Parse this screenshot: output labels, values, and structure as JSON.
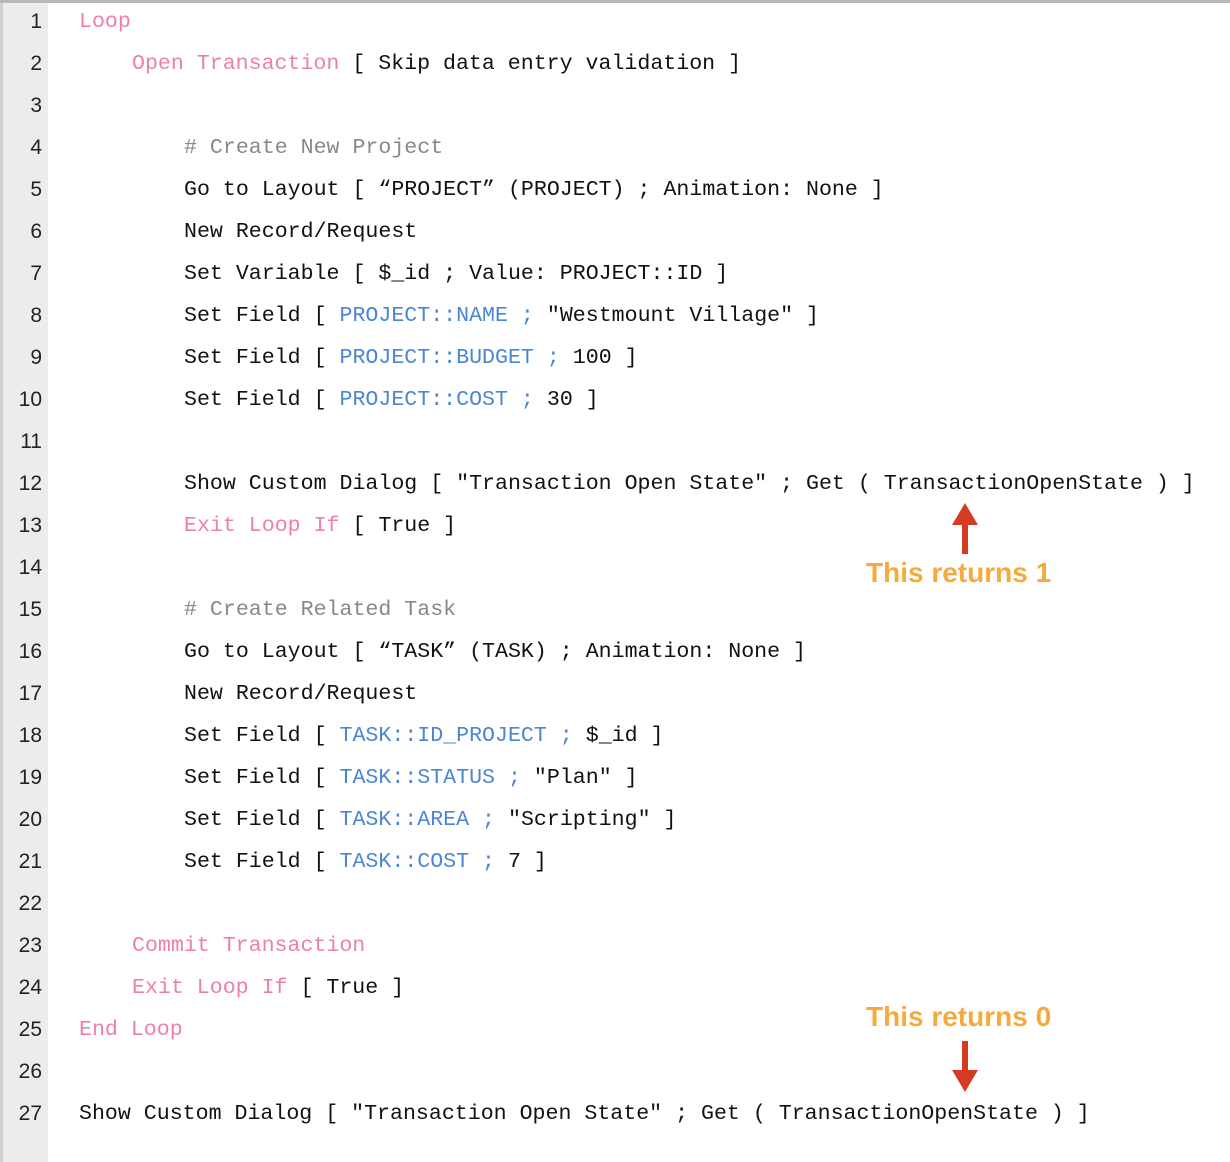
{
  "lines": [
    {
      "n": "1",
      "indent": 0,
      "segs": [
        {
          "t": "Loop",
          "c": "k"
        }
      ]
    },
    {
      "n": "2",
      "indent": 1,
      "segs": [
        {
          "t": "Open Transaction",
          "c": "k"
        },
        {
          "t": " [ Skip data entry validation ]",
          "c": "n"
        }
      ]
    },
    {
      "n": "3",
      "indent": 0,
      "segs": []
    },
    {
      "n": "4",
      "indent": 2,
      "segs": [
        {
          "t": "# Create New Project",
          "c": "c"
        }
      ]
    },
    {
      "n": "5",
      "indent": 2,
      "segs": [
        {
          "t": "Go to Layout [ “PROJECT” (PROJECT) ; Animation: None ]",
          "c": "n"
        }
      ]
    },
    {
      "n": "6",
      "indent": 2,
      "segs": [
        {
          "t": "New Record/Request",
          "c": "n"
        }
      ]
    },
    {
      "n": "7",
      "indent": 2,
      "segs": [
        {
          "t": "Set Variable [ $_id ; Value: PROJECT::ID ]",
          "c": "n"
        }
      ]
    },
    {
      "n": "8",
      "indent": 2,
      "segs": [
        {
          "t": "Set Field [ ",
          "c": "n"
        },
        {
          "t": "PROJECT::NAME ;",
          "c": "f"
        },
        {
          "t": " \"Westmount Village\" ]",
          "c": "n"
        }
      ]
    },
    {
      "n": "9",
      "indent": 2,
      "segs": [
        {
          "t": "Set Field [ ",
          "c": "n"
        },
        {
          "t": "PROJECT::BUDGET ;",
          "c": "f"
        },
        {
          "t": " 100 ]",
          "c": "n"
        }
      ]
    },
    {
      "n": "10",
      "indent": 2,
      "segs": [
        {
          "t": "Set Field [ ",
          "c": "n"
        },
        {
          "t": "PROJECT::COST ;",
          "c": "f"
        },
        {
          "t": " 30 ]",
          "c": "n"
        }
      ]
    },
    {
      "n": "11",
      "indent": 0,
      "segs": []
    },
    {
      "n": "12",
      "indent": 2,
      "segs": [
        {
          "t": "Show Custom Dialog [ \"Transaction Open State\" ; Get ( TransactionOpenState ) ]",
          "c": "n"
        }
      ]
    },
    {
      "n": "13",
      "indent": 2,
      "segs": [
        {
          "t": "Exit Loop If",
          "c": "k"
        },
        {
          "t": " [ True ]",
          "c": "n"
        }
      ]
    },
    {
      "n": "14",
      "indent": 0,
      "segs": []
    },
    {
      "n": "15",
      "indent": 2,
      "segs": [
        {
          "t": "# Create Related Task",
          "c": "c"
        }
      ]
    },
    {
      "n": "16",
      "indent": 2,
      "segs": [
        {
          "t": "Go to Layout [ “TASK” (TASK) ; Animation: None ]",
          "c": "n"
        }
      ]
    },
    {
      "n": "17",
      "indent": 2,
      "segs": [
        {
          "t": "New Record/Request",
          "c": "n"
        }
      ]
    },
    {
      "n": "18",
      "indent": 2,
      "segs": [
        {
          "t": "Set Field [ ",
          "c": "n"
        },
        {
          "t": "TASK::ID_PROJECT ;",
          "c": "f"
        },
        {
          "t": " $_id ]",
          "c": "n"
        }
      ]
    },
    {
      "n": "19",
      "indent": 2,
      "segs": [
        {
          "t": "Set Field [ ",
          "c": "n"
        },
        {
          "t": "TASK::STATUS ;",
          "c": "f"
        },
        {
          "t": " \"Plan\" ]",
          "c": "n"
        }
      ]
    },
    {
      "n": "20",
      "indent": 2,
      "segs": [
        {
          "t": "Set Field [ ",
          "c": "n"
        },
        {
          "t": "TASK::AREA ;",
          "c": "f"
        },
        {
          "t": " \"Scripting\" ]",
          "c": "n"
        }
      ]
    },
    {
      "n": "21",
      "indent": 2,
      "segs": [
        {
          "t": "Set Field [ ",
          "c": "n"
        },
        {
          "t": "TASK::COST ;",
          "c": "f"
        },
        {
          "t": " 7 ]",
          "c": "n"
        }
      ]
    },
    {
      "n": "22",
      "indent": 0,
      "segs": []
    },
    {
      "n": "23",
      "indent": 1,
      "segs": [
        {
          "t": "Commit Transaction",
          "c": "k"
        }
      ]
    },
    {
      "n": "24",
      "indent": 1,
      "segs": [
        {
          "t": "Exit Loop If",
          "c": "k"
        },
        {
          "t": " [ True ]",
          "c": "n"
        }
      ]
    },
    {
      "n": "25",
      "indent": 0,
      "segs": [
        {
          "t": "End Loop",
          "c": "k"
        }
      ]
    },
    {
      "n": "26",
      "indent": 0,
      "segs": []
    },
    {
      "n": "27",
      "indent": 0,
      "segs": [
        {
          "t": "Show Custom Dialog [ \"Transaction Open State\" ; Get ( TransactionOpenState ) ]",
          "c": "n"
        }
      ]
    }
  ],
  "annotations": {
    "returns_1": "This returns 1",
    "returns_0": "This returns 0"
  },
  "colors": {
    "keyword": "#ec7fae",
    "field": "#4a86d4",
    "comment": "#888888",
    "annotation": "#f5ab3c",
    "arrow": "#d63a22"
  }
}
